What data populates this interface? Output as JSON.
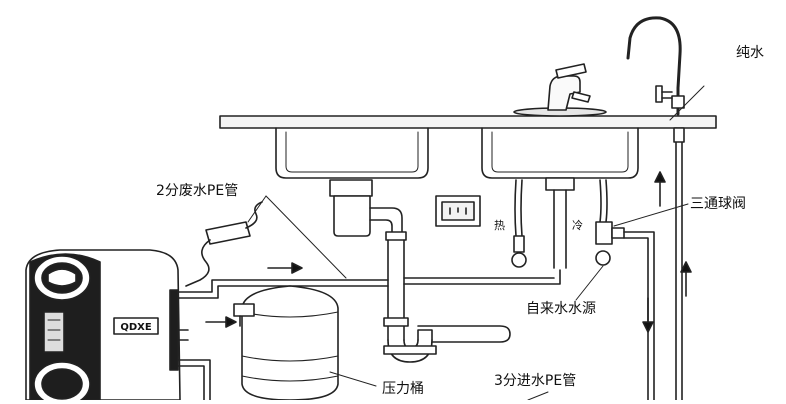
{
  "labels": {
    "pure_water": "纯水",
    "waste_pipe": "2分废水PE管",
    "three_way_valve": "三通球阀",
    "hot": "热",
    "cold": "冷",
    "tap_water_source": "自来水水源",
    "pressure_tank": "压力桶",
    "inlet_pipe": "3分进水PE管"
  },
  "brand_text": "QDXE"
}
